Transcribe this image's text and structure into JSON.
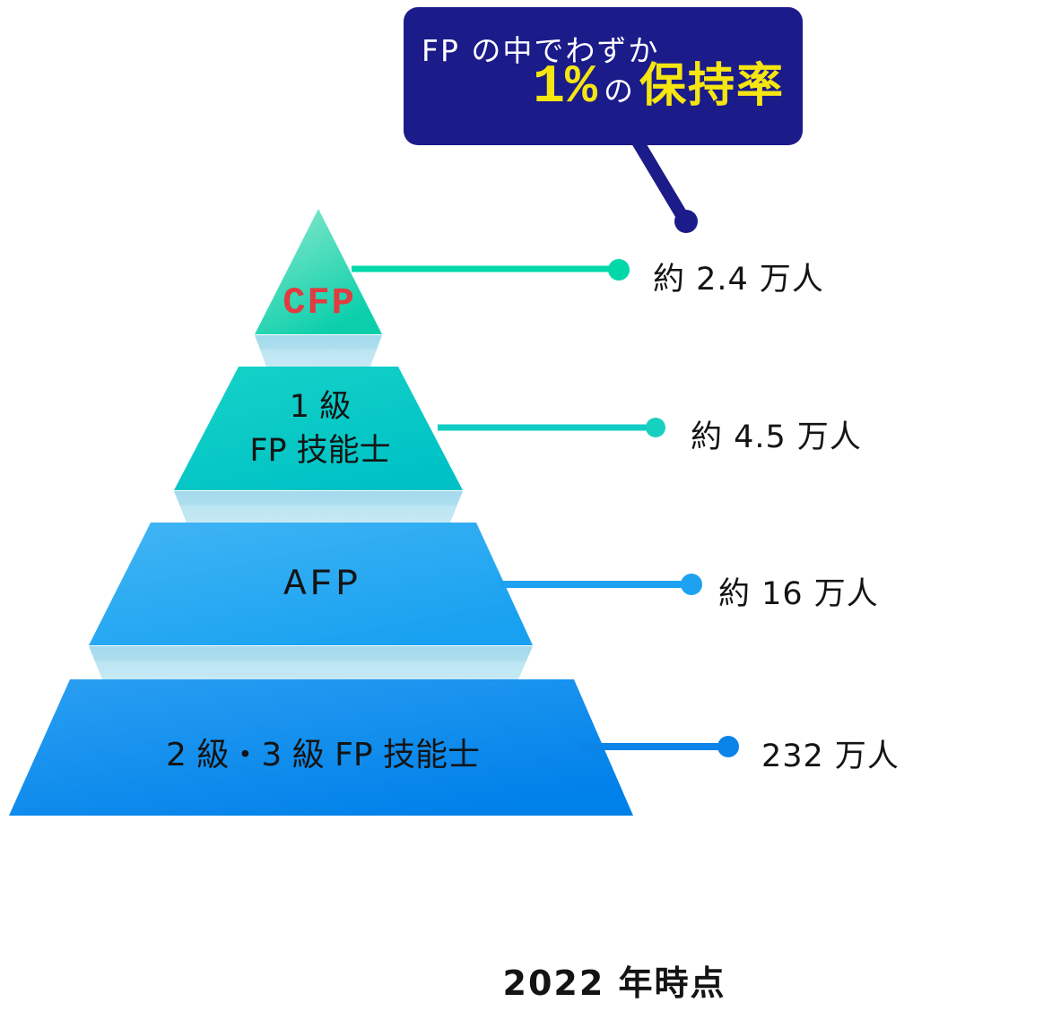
{
  "title": "FP certification holders pyramid",
  "callout": {
    "line1": "FP の中でわずか",
    "percent": "1%",
    "particle": "の",
    "highlight": "保持率",
    "bg_color": "#1b1b8a",
    "highlight_color": "#f5e511",
    "text_color": "#ffffff"
  },
  "pyramid": {
    "tiers": [
      {
        "id": "cfp",
        "label": "CFP",
        "value": "約 2.4 万人",
        "label_color": "#e23b40",
        "fill_top": "#8deacd",
        "fill_bottom": "#0bcfab",
        "line_color": "#00d8a9"
      },
      {
        "id": "fp1",
        "label_lines": [
          "1 級",
          "FP 技能士"
        ],
        "value": "約 4.5 万人",
        "fill_top": "#16d2c7",
        "fill_bottom": "#00c2c6",
        "line_color": "#0fccc4"
      },
      {
        "id": "afp",
        "label": "AFP",
        "value": "約 16 万人",
        "fill_top": "#41b5f4",
        "fill_bottom": "#18a1f0",
        "line_color": "#1da2f2"
      },
      {
        "id": "fp23",
        "label": "2 級・3 級 FP 技能士",
        "value": "232 万人",
        "fill_top": "#2aa0f2",
        "fill_bottom": "#0080e9",
        "line_color": "#0b84e9"
      }
    ],
    "reflection_color_top": "#a3d9ec",
    "reflection_color_bottom": "#c6e9f5"
  },
  "footnote": "2022 年時点"
}
